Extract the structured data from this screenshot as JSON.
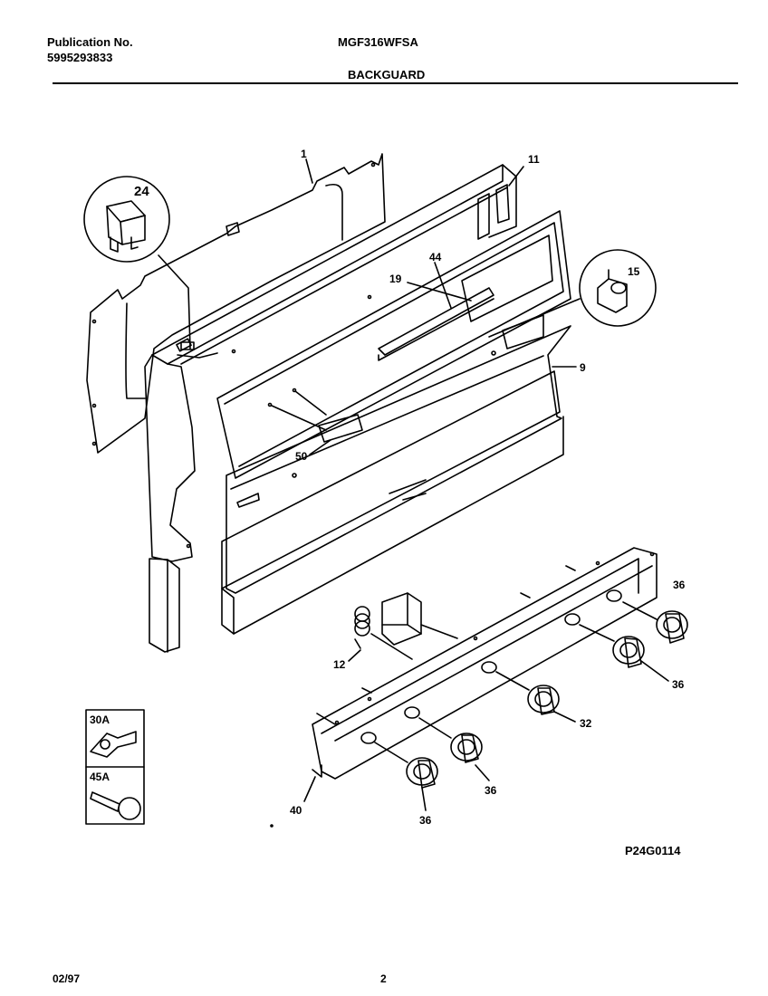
{
  "header": {
    "publication_label": "Publication No.",
    "publication_number": "5995293833",
    "model": "MGF316WFSA",
    "section": "BACKGUARD"
  },
  "callouts": {
    "c1": "1",
    "c11": "11",
    "c24": "24",
    "c44": "44",
    "c19": "19",
    "c15": "15",
    "c9": "9",
    "c50": "50",
    "c12": "12",
    "c36a": "36",
    "c36b": "36",
    "c32": "32",
    "c36c": "36",
    "c36d": "36",
    "c40": "40",
    "c30a": "30A",
    "c45a": "45A"
  },
  "diagram_code": "P24G0114",
  "footer": {
    "date": "02/97",
    "page": "2"
  }
}
